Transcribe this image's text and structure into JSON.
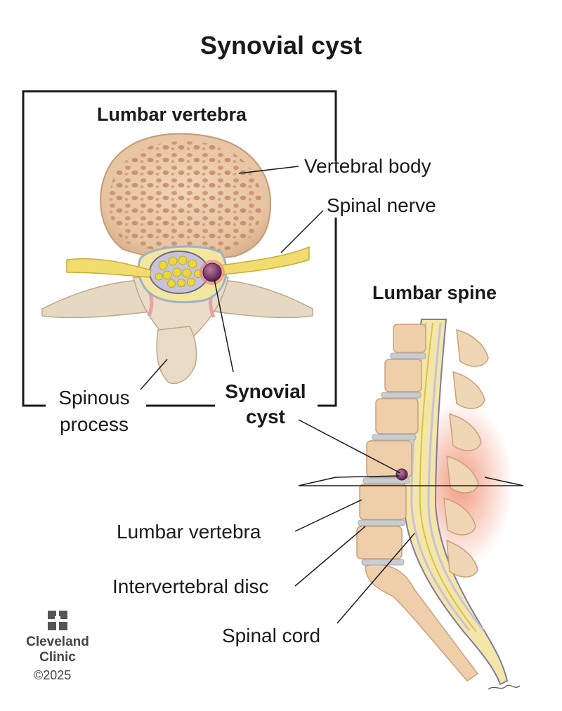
{
  "title": "Synovial cyst",
  "inset": {
    "heading": "Lumbar vertebra",
    "labels": {
      "vertebral_body": "Vertebral body",
      "spinal_nerve": "Spinal nerve",
      "spinous_process_line1": "Spinous",
      "spinous_process_line2": "process",
      "synovial_cyst_line1": "Synovial",
      "synovial_cyst_line2": "cyst"
    }
  },
  "spine": {
    "heading": "Lumbar spine",
    "labels": {
      "lumbar_vertebra": "Lumbar vertebra",
      "intervertebral_disc": "Intervertebral disc",
      "spinal_cord": "Spinal cord"
    }
  },
  "branding": {
    "logo_line1": "Cleveland",
    "logo_line2": "Clinic",
    "copyright": "©2025"
  },
  "colors": {
    "bone": "#e9c9a6",
    "bone_spongy": "#c98f6a",
    "nerve": "#f0dc70",
    "cyst": "#7a3a6a",
    "disc": "#c9ccd0",
    "inflammation": "#f2a08a"
  }
}
